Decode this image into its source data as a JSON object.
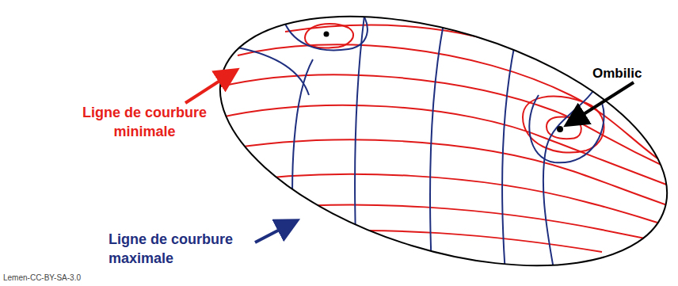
{
  "diagram": {
    "labels": [
      "Ligne de courbure minimale",
      "Ombilic",
      "Ligne de courbure maximale",
      "Lemen-CC-BY-SA-3.0"
    ]
  }
}
